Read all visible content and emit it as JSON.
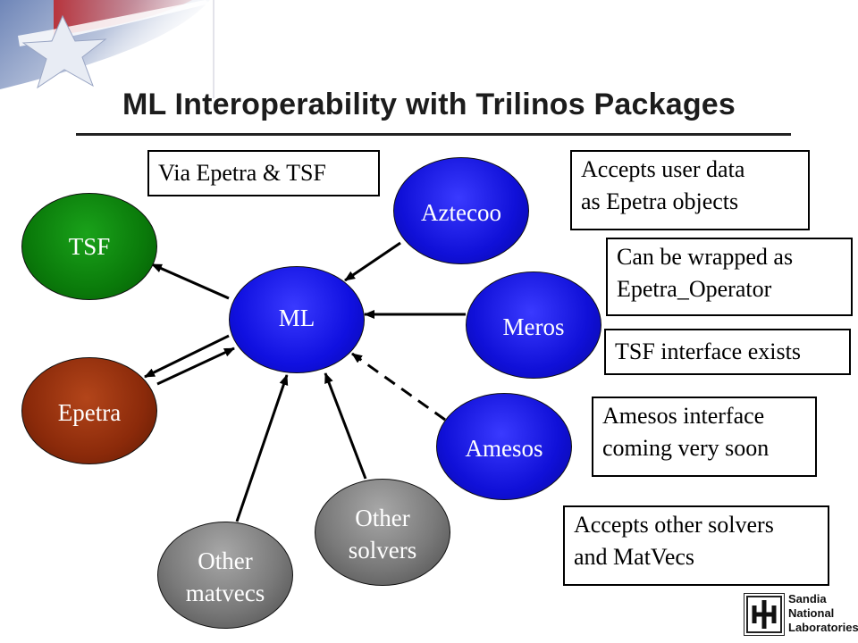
{
  "title": "ML Interoperability with Trilinos Packages",
  "nodes": {
    "ml": "ML",
    "tsf": "TSF",
    "epetra": "Epetra",
    "aztecoo": "Aztecoo",
    "meros": "Meros",
    "amesos": "Amesos",
    "other_solvers": [
      "Other",
      "solvers"
    ],
    "other_matvecs": [
      "Other",
      "matvecs"
    ]
  },
  "notes": {
    "via_epetra_tsf": "Via Epetra & TSF",
    "accepts_user_data": [
      "Accepts user data",
      "as Epetra objects"
    ],
    "wrapped_operator": [
      "Can be wrapped as",
      "Epetra_Operator"
    ],
    "tsf_interface": "TSF interface exists",
    "amesos_interface": [
      "Amesos interface",
      "coming very soon"
    ],
    "accepts_other": [
      "Accepts other solvers",
      "and MatVecs"
    ]
  },
  "logo": [
    "Sandia",
    "National",
    "Laboratories"
  ],
  "colors": {
    "ml": "#1010e0",
    "aztecoo": "#1010d8",
    "meros": "#1010d8",
    "amesos": "#1010d8",
    "tsf": "#0a7a0a",
    "epetra": "#8b2a0a",
    "other": "#777777"
  }
}
